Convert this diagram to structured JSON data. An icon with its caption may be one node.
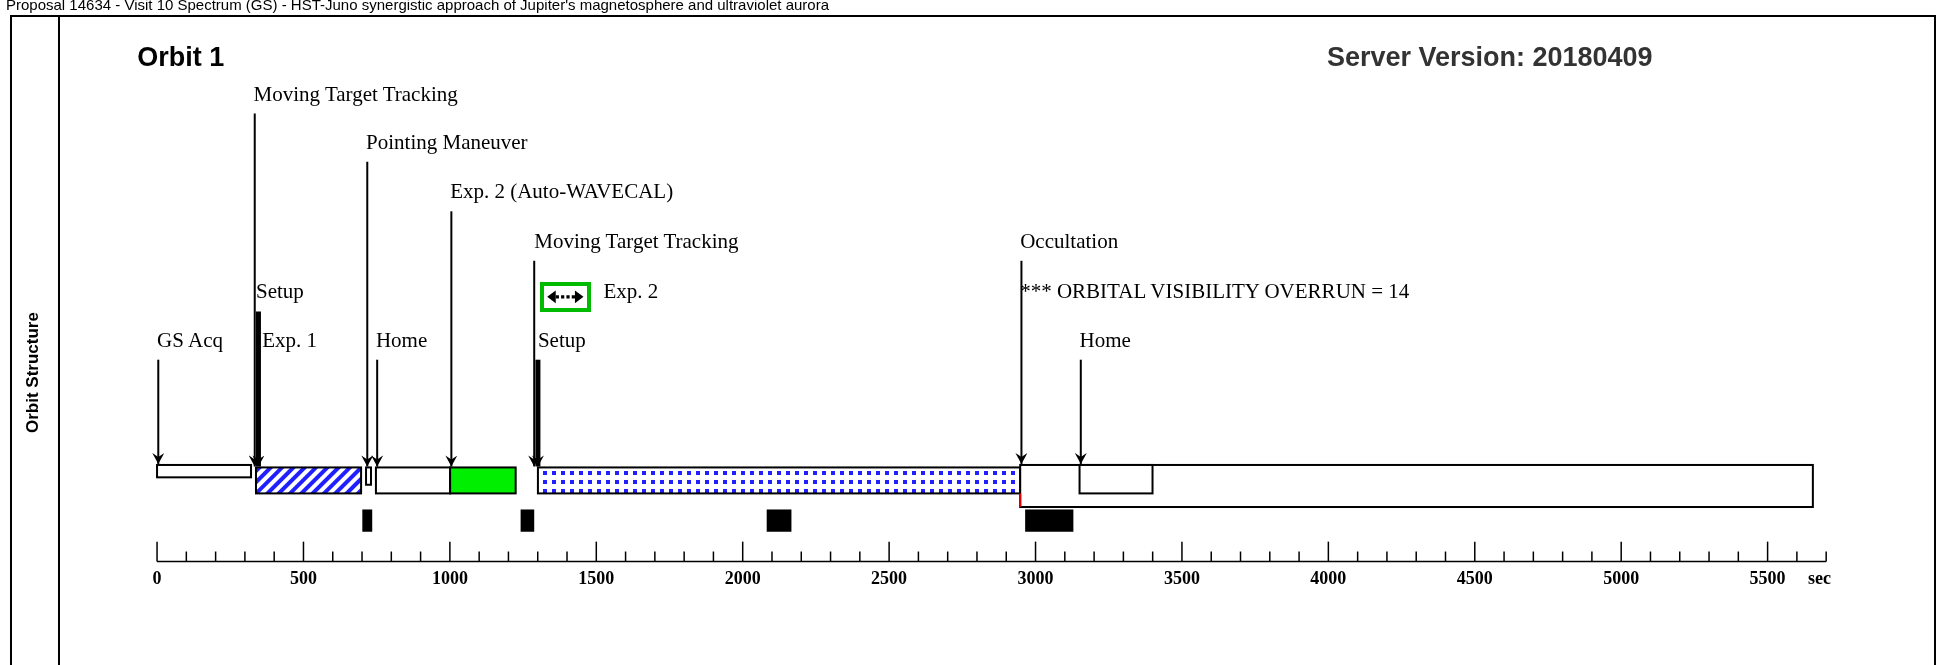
{
  "diagram": {
    "title": "Proposal 14634 - Visit 10 Spectrum (GS) - HST-Juno synergistic approach of Jupiter's magnetosphere and ultraviolet aurora",
    "nodes": [
      {
        "text": [
          "Moving Target Tracking"
        ]
      },
      {
        "text": [
          "Pointing Maneuver"
        ]
      },
      {
        "text": [
          "Exp. 2 (Auto-WAVECAL)"
        ]
      },
      {
        "text": [
          "Moving Target Tracking"
        ]
      },
      {
        "text": [
          "Occultation"
        ]
      },
      {
        "text": [
          "Setup"
        ]
      },
      {
        "text": [
          "GS Acq"
        ]
      },
      {
        "text": [
          "Home"
        ]
      },
      {
        "text": [
          "Setup"
        ]
      },
      {
        "text": [
          "Home"
        ]
      },
      {
        "text": [],
        "shape": "bar"
      },
      {
        "text": [],
        "shape": "bar"
      },
      {
        "text": [],
        "shape": "bar"
      },
      {
        "text": [],
        "shape": "bar"
      },
      {
        "text": [],
        "shape": "bar"
      },
      {
        "text": [],
        "shape": "bar"
      },
      {
        "text": [],
        "shape": "bar"
      },
      {
        "text": [],
        "shape": "bar",
        "in": 16
      }
    ],
    "edges": [
      {
        "from": 0,
        "to": 11,
        "arrow": "to"
      },
      {
        "from": 1,
        "to": 12,
        "arrow": "to"
      },
      {
        "from": 2,
        "to": 14,
        "arrow": "to"
      },
      {
        "from": 3,
        "to": 15,
        "arrow": "to"
      },
      {
        "from": 4,
        "to": 16,
        "arrow": "to"
      },
      {
        "from": 5,
        "to": 11,
        "arrow": "to",
        "style": "thick"
      },
      {
        "from": 6,
        "to": 10,
        "arrow": "to"
      },
      {
        "from": 7,
        "to": 13,
        "arrow": "to"
      },
      {
        "from": 8,
        "to": 15,
        "arrow": "to",
        "style": "thick"
      },
      {
        "from": 9,
        "to": 17,
        "arrow": "to"
      }
    ],
    "labels": [
      "Orbit 1",
      "Server Version: 20180409",
      "Orbit Structure",
      "Exp. 2",
      "*** ORBITAL VISIBILITY OVERRUN = 14",
      "Exp. 1",
      "0",
      "500",
      "1000",
      "1500",
      "2000",
      "2500",
      "3000",
      "3500",
      "4000",
      "4500",
      "5000",
      "5500",
      "sec"
    ]
  }
}
